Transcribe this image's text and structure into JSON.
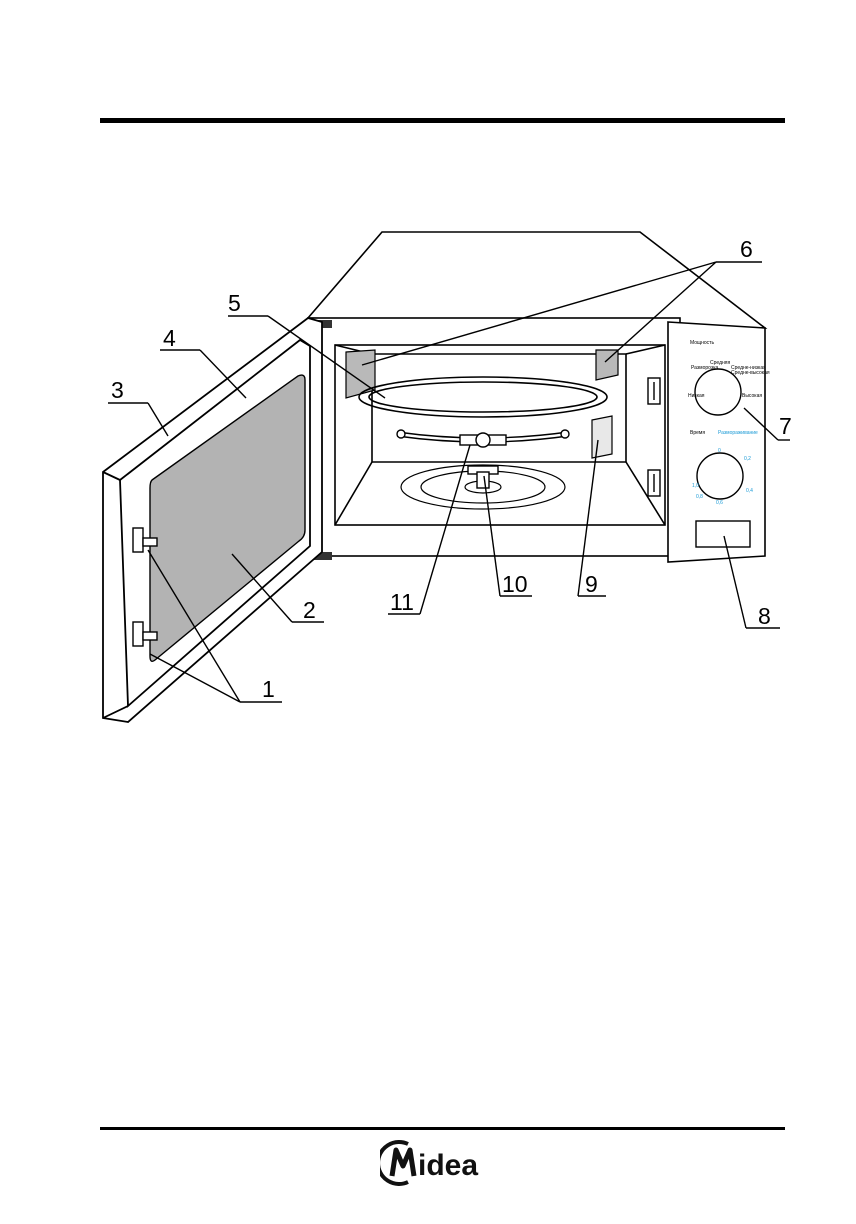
{
  "callouts": [
    {
      "num": "1",
      "part": "door-latch"
    },
    {
      "num": "2",
      "part": "observation-window"
    },
    {
      "num": "3",
      "part": "door"
    },
    {
      "num": "4",
      "part": "door-frame"
    },
    {
      "num": "5",
      "part": "turntable-glass-tray"
    },
    {
      "num": "6",
      "part": "waveguide-covers"
    },
    {
      "num": "7",
      "part": "control-panel"
    },
    {
      "num": "8",
      "part": "door-release"
    },
    {
      "num": "9",
      "part": "waveguide-cover"
    },
    {
      "num": "10",
      "part": "turntable-shaft"
    },
    {
      "num": "11",
      "part": "roller-ring"
    }
  ],
  "control_panel": {
    "power_label": "Мощность",
    "power_settings": [
      "Разморозка",
      "Средняя",
      "Средне-низкая",
      "Средне-высокая",
      "Высокая",
      "Низкая"
    ],
    "time_label": "Время",
    "defrost_label": "Размораживание",
    "time_marks": [
      "0",
      "0,2",
      "0,4",
      "0,6",
      "0,8",
      "1,0"
    ]
  },
  "footer": {
    "brand": "Midea"
  }
}
